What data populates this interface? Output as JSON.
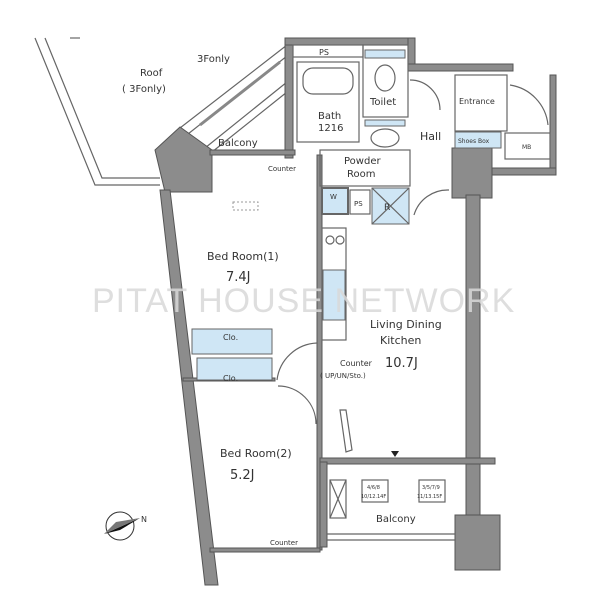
{
  "plan": {
    "watermark": "PITAT HOUSE NETWORK",
    "rooms": {
      "roof": "Roof",
      "roof_note": "( 3Fonly)",
      "roof_edge_note": "3Fonly",
      "balcony_top": "Balcony",
      "counter_top": "Counter",
      "bath": "Bath",
      "bath_size": "1216",
      "ps_top": "PS",
      "toilet": "Toilet",
      "hall": "Hall",
      "entrance": "Entrance",
      "shoes_box": "Shoes Box",
      "mb": "MB",
      "powder_room_1": "Powder",
      "powder_room_2": "Room",
      "ps_mid": "PS",
      "washer": "W",
      "refrigerator": "R",
      "bedroom1": "Bed Room(1)",
      "bedroom1_size": "7.4J",
      "closet1": "Clo.",
      "closet2": "Clo.",
      "bedroom2": "Bed Room(2)",
      "bedroom2_size": "5.2J",
      "ldk_1": "Living Dining",
      "ldk_2": "Kitchen",
      "ldk_size": "10.7J",
      "counter_kitchen": "Counter",
      "counter_kitchen_note": "( UP/UN/Sto.)",
      "balcony_bottom": "Balcony",
      "outdoor_unit_a_1": "4/6/8",
      "outdoor_unit_a_2": "10/12.14F",
      "outdoor_unit_b_1": "3/5/7/9",
      "outdoor_unit_b_2": "11/13.15F",
      "counter_bottom": "Counter"
    },
    "compass": "N"
  }
}
